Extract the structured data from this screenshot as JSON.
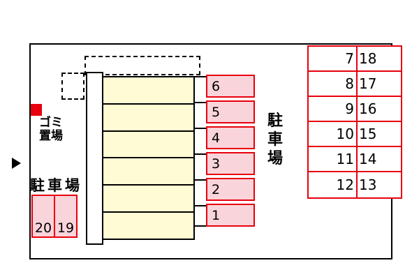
{
  "site_plan": {
    "trash_label": "ゴミ\n置場",
    "left_parking_label": "駐車場",
    "center_parking_label": "駐\n車\n場",
    "left_spaces": [
      "20",
      "19"
    ],
    "building_spaces": [
      "6",
      "5",
      "4",
      "3",
      "2",
      "1"
    ],
    "right_grid": {
      "rows": [
        {
          "l": "7",
          "r": "18"
        },
        {
          "l": "8",
          "r": "17"
        },
        {
          "l": "9",
          "r": "16"
        },
        {
          "l": "10",
          "r": "15"
        },
        {
          "l": "11",
          "r": "14"
        },
        {
          "l": "12",
          "r": "13"
        }
      ]
    },
    "colors": {
      "accent_red": "#e8000d",
      "space_pink": "#f9d4da",
      "building_yellow": "#fffbd4"
    }
  }
}
